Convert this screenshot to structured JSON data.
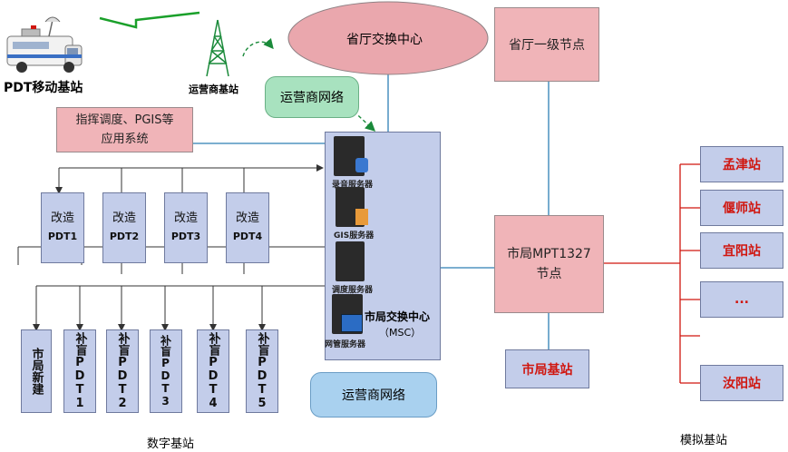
{
  "vehicle": {
    "label": "PDT移动基站"
  },
  "carrier_tower": {
    "label": "运营商基站"
  },
  "provincial_center": {
    "label": "省厅交换中心"
  },
  "provincial_node": {
    "label": "省厅一级节点"
  },
  "carrier_net_top": {
    "label": "运营商网络"
  },
  "carrier_net_bottom": {
    "label": "运营商网络"
  },
  "dispatch_system": {
    "line1": "指挥调度、PGIS等",
    "line2": "应用系统"
  },
  "pdt_upgrade": [
    {
      "l1": "改造",
      "l2": "PDT1"
    },
    {
      "l1": "改造",
      "l2": "PDT2"
    },
    {
      "l1": "改造",
      "l2": "PDT3"
    },
    {
      "l1": "改造",
      "l2": "PDT4"
    }
  ],
  "servers": {
    "recording": "录音服务器",
    "gis": "GIS服务器",
    "dispatch": "调度服务器",
    "nms": "网管服务器"
  },
  "msc": {
    "line1": "市局交换中心",
    "line2": "（MSC）"
  },
  "mpt_node": {
    "line1": "市局MPT1327",
    "line2": "节点"
  },
  "city_station": {
    "label": "市局基站"
  },
  "digital_stations": [
    {
      "label": "市局新建"
    },
    {
      "label": "补盲PDT1"
    },
    {
      "label": "补盲PDT2"
    },
    {
      "label": "补盲PDT3"
    },
    {
      "label": "补盲PDT4"
    },
    {
      "label": "补盲PDT5"
    }
  ],
  "analog_stations": [
    {
      "label": "孟津站"
    },
    {
      "label": "偃师站"
    },
    {
      "label": "宜阳站"
    },
    {
      "label": "..."
    },
    {
      "label": "汝阳站"
    }
  ],
  "footer": {
    "digital": "数字基站",
    "analog": "模拟基站"
  },
  "colors": {
    "pink": "#f0b4b8",
    "blue": "#c3cdea",
    "green": "#a8e2bf",
    "red_line": "#d0160f",
    "teal_line": "#2e7fb5"
  }
}
